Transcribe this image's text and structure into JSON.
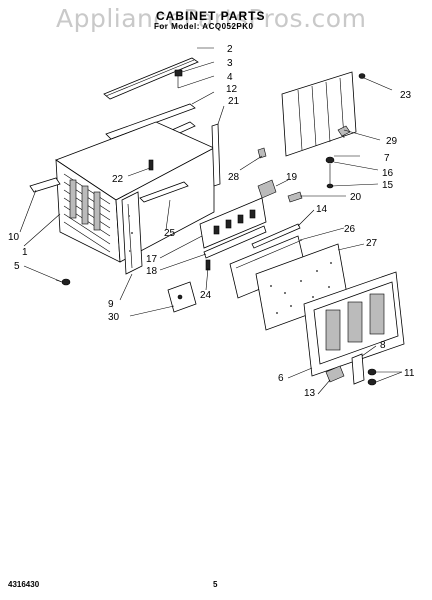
{
  "watermark": "AppliancePartsPros.com",
  "diagram": {
    "title": "CABINET PARTS",
    "subtitle": "For Model: ACQ052PK0"
  },
  "footer": {
    "doc_number": "4316430",
    "page_number": "5"
  },
  "callouts": [
    {
      "id": "c1",
      "text": "1"
    },
    {
      "id": "c2",
      "text": "2"
    },
    {
      "id": "c3",
      "text": "3"
    },
    {
      "id": "c4",
      "text": "4"
    },
    {
      "id": "c5",
      "text": "5"
    },
    {
      "id": "c6",
      "text": "6"
    },
    {
      "id": "c7",
      "text": "7"
    },
    {
      "id": "c8",
      "text": "8"
    },
    {
      "id": "c9",
      "text": "9"
    },
    {
      "id": "c10",
      "text": "10"
    },
    {
      "id": "c11",
      "text": "11"
    },
    {
      "id": "c12",
      "text": "12"
    },
    {
      "id": "c13",
      "text": "13"
    },
    {
      "id": "c14",
      "text": "14"
    },
    {
      "id": "c15",
      "text": "15"
    },
    {
      "id": "c16",
      "text": "16"
    },
    {
      "id": "c17",
      "text": "17"
    },
    {
      "id": "c18",
      "text": "18"
    },
    {
      "id": "c19",
      "text": "19"
    },
    {
      "id": "c20",
      "text": "20"
    },
    {
      "id": "c21",
      "text": "21"
    },
    {
      "id": "c22",
      "text": "22"
    },
    {
      "id": "c23",
      "text": "23"
    },
    {
      "id": "c24",
      "text": "24"
    },
    {
      "id": "c25",
      "text": "25"
    },
    {
      "id": "c26",
      "text": "26"
    },
    {
      "id": "c27",
      "text": "27"
    },
    {
      "id": "c28",
      "text": "28"
    },
    {
      "id": "c29",
      "text": "29"
    },
    {
      "id": "c30",
      "text": "30"
    }
  ]
}
